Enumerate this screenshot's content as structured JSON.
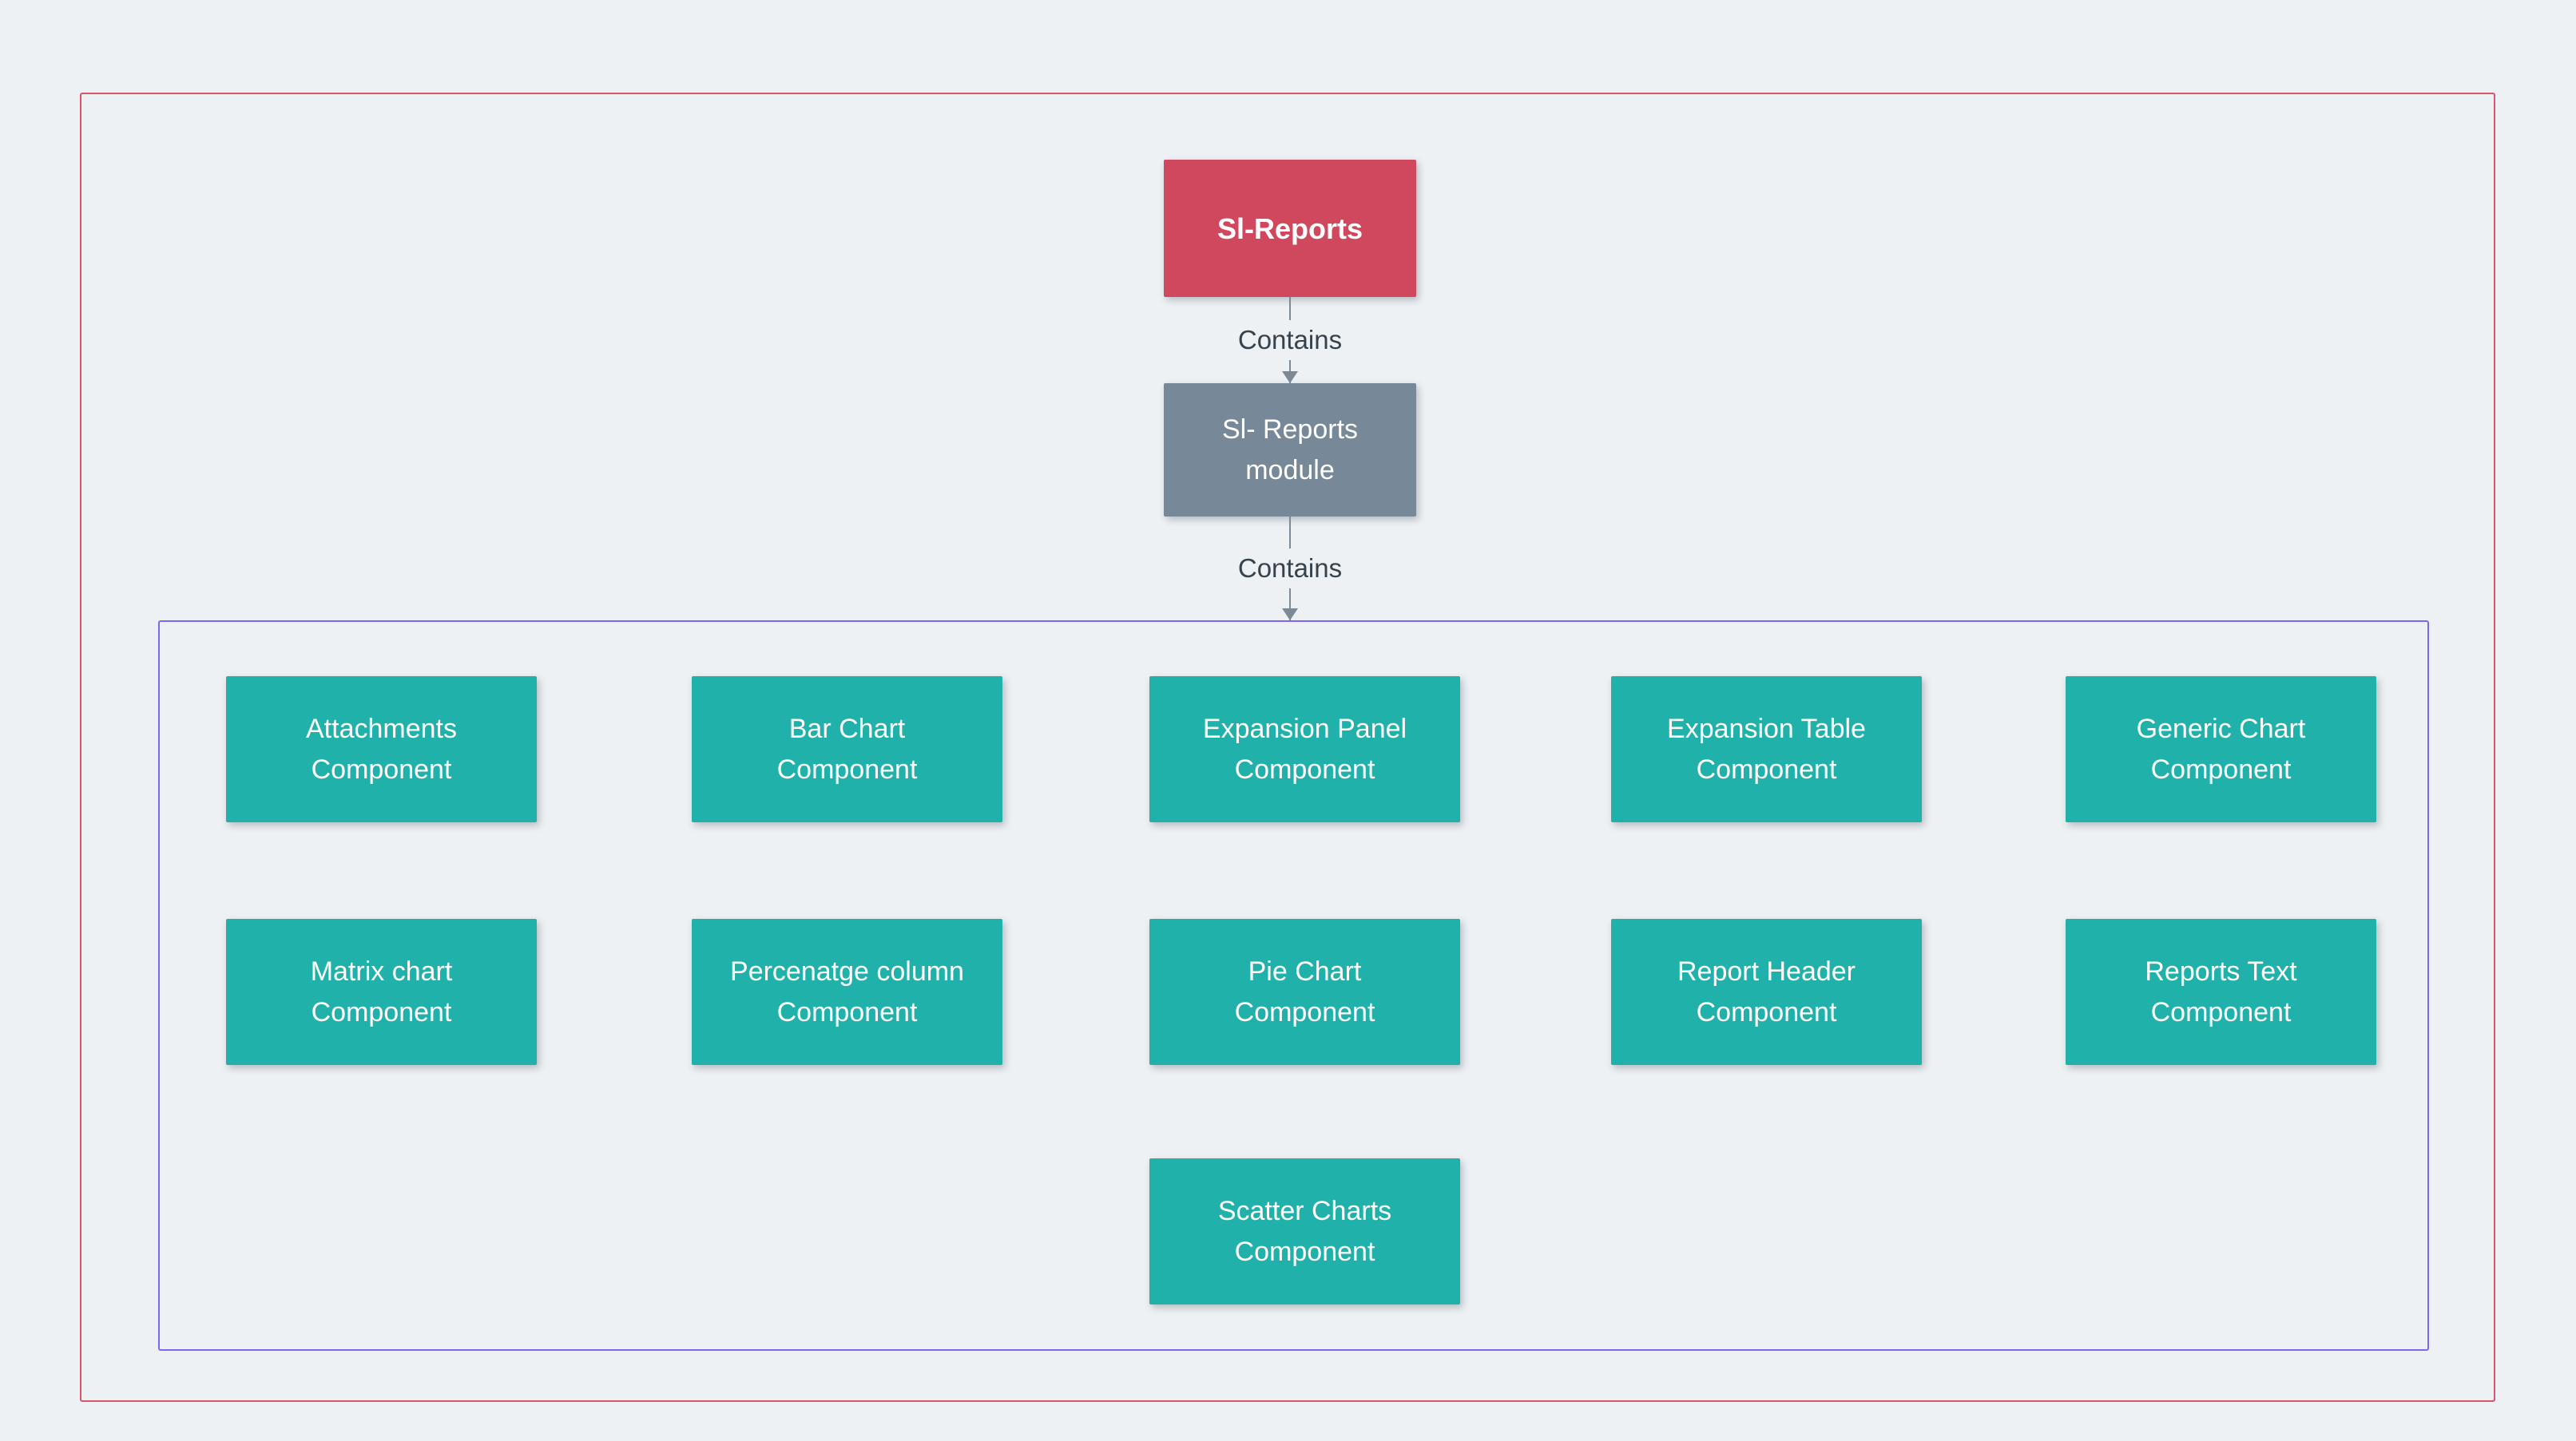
{
  "diagram": {
    "root_node": {
      "label": "Sl-Reports"
    },
    "module_node": {
      "line1": "Sl- Reports",
      "line2": "module"
    },
    "connector1": {
      "label": "Contains"
    },
    "connector2": {
      "label": "Contains"
    },
    "components": [
      {
        "line1": "Attachments",
        "line2": "Component"
      },
      {
        "line1": "Bar Chart",
        "line2": "Component"
      },
      {
        "line1": "Expansion Panel",
        "line2": "Component"
      },
      {
        "line1": "Expansion Table",
        "line2": "Component"
      },
      {
        "line1": "Generic Chart",
        "line2": "Component"
      },
      {
        "line1": "Matrix chart",
        "line2": "Component"
      },
      {
        "line1": "Percenatge column",
        "line2": "Component"
      },
      {
        "line1": "Pie Chart",
        "line2": "Component"
      },
      {
        "line1": "Report Header",
        "line2": "Component"
      },
      {
        "line1": "Reports Text",
        "line2": "Component"
      },
      {
        "line1": "Scatter Charts",
        "line2": "Component"
      }
    ],
    "colors": {
      "background": "#edf1f4",
      "outer_frame_border": "#d4566c",
      "group_frame_border": "#7b68ee",
      "root_node_fill": "#d0485d",
      "module_node_fill": "#778899",
      "component_node_fill": "#20b2aa",
      "connector_line": "#7d8a96",
      "connector_label_text": "#36424c",
      "node_text": "#ffffff"
    }
  }
}
